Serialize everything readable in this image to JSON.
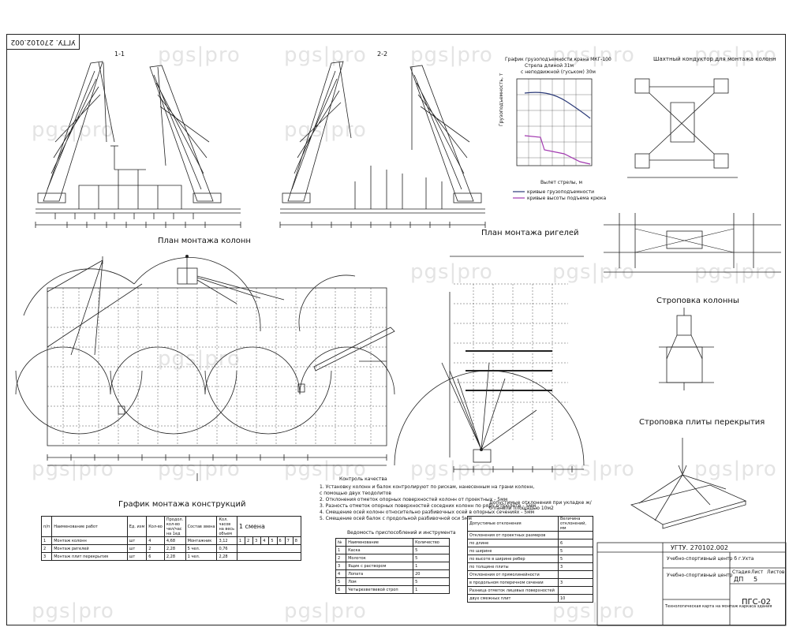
{
  "stamp": "УГТУ. 270102.002",
  "watermark": "pgs|pro",
  "sections": {
    "section1": "1-1",
    "section2": "2-2",
    "plan_columns": "План монтажа колонн",
    "plan_girders": "План монтажа ригелей",
    "schedule": "График монтажа конструкций",
    "crane_chart": "График грузоподъемности крана МКГ-100",
    "crane_chart_sub1": "Стрела длиной 31м",
    "crane_chart_sub2": "с неподвижной (гуськом) 30м",
    "conductor": "Шахтный кондуктор для монтажа колонн",
    "sling_column": "Строповка колонны",
    "sling_slab": "Строповка плиты перекрытия"
  },
  "crane_chart_data": {
    "ylabel": "Грузоподъемность, т",
    "xlabel": "Вылет стрелы, м",
    "legend": [
      "кривые грузоподъемности",
      "кривые высоты подъема крюка"
    ]
  },
  "quality_control": {
    "title": "Контроль качества",
    "items": [
      "1.  Установку колонн и балок контролируют по рискам, нанесенным на грани колонн,",
      "     с помощью двух теодолитов",
      "2.  Отклонения отметок опорных поверхностей колонн от проектных - 5мм",
      "3.  Разность отметок опорных поверхностей соседних колонн по ряду в пролете - 5мм",
      "4.  Смещение осей колонн относительно разбивочных осей в опорных сечениях - 5мм",
      "5.  Смещение осей балок с продольной разбивочной оси 5мм"
    ]
  },
  "schedule_table": {
    "headers": [
      "п/п",
      "Наименование работ",
      "Ед. изм",
      "Кол-во",
      "Продол. кол-во чел/час на 1ед",
      "Состав звена",
      "Кол. часов на весь объем",
      "1 смена"
    ],
    "rows": [
      [
        "1",
        "Монтаж колонн",
        "шт",
        "4",
        "4,68",
        "Монтажник",
        "3,12"
      ],
      [
        "2",
        "Монтаж ригелей",
        "шт",
        "2",
        "2,28",
        "5 чел.",
        "0,76"
      ],
      [
        "3",
        "Монтаж плит перекрытия",
        "шт",
        "6",
        "2,28",
        "1 чел.",
        "2,28"
      ]
    ],
    "shift_cols": [
      "1",
      "2",
      "3",
      "4",
      "5",
      "6",
      "7",
      "8"
    ]
  },
  "tools_table": {
    "title": "Ведомость приспособлений и инструмента",
    "headers": [
      "№",
      "Наименование",
      "Количество"
    ],
    "rows": [
      [
        "1",
        "Каска",
        "5"
      ],
      [
        "2",
        "Молоток",
        "5"
      ],
      [
        "3",
        "Ящик с раствором",
        "1"
      ],
      [
        "4",
        "Лопата",
        "20"
      ],
      [
        "5",
        "Лом",
        "5"
      ],
      [
        "6",
        "Четырехветвевой строп",
        "1"
      ]
    ]
  },
  "tolerances_table": {
    "title": "Допустимые отклонения при укладке ж/б панели площадью 10м2",
    "headers": [
      "Допустимые отклонения",
      "Величина отклонений, мм"
    ],
    "rows": [
      [
        "Отклонения от проектных размеров",
        ""
      ],
      [
        "по длине",
        "6"
      ],
      [
        "по ширине",
        "5"
      ],
      [
        "по высоте в ширине ребер",
        "5"
      ],
      [
        "по толщине плиты",
        "3"
      ],
      [
        "Отклонения от прямолинейности",
        ""
      ],
      [
        "в продольном поперечном сечении",
        "3"
      ],
      [
        "Разница отметок лицевых поверхностей",
        ""
      ],
      [
        "двух смежных плит",
        "10"
      ]
    ]
  },
  "title_block": {
    "code": "УГТУ. 270102.002",
    "project": "Учебно-спортивный центр б г.Ухта",
    "sheet_name": "Учебно-спортивный центр",
    "drawing": "Технологическая карта на монтаж каркаса здания",
    "stage_label": "Стадия",
    "sheet_label": "Лист",
    "sheets_label": "Листов",
    "stage": "ДП",
    "sheet": "5",
    "mark": "ПГС-02"
  }
}
